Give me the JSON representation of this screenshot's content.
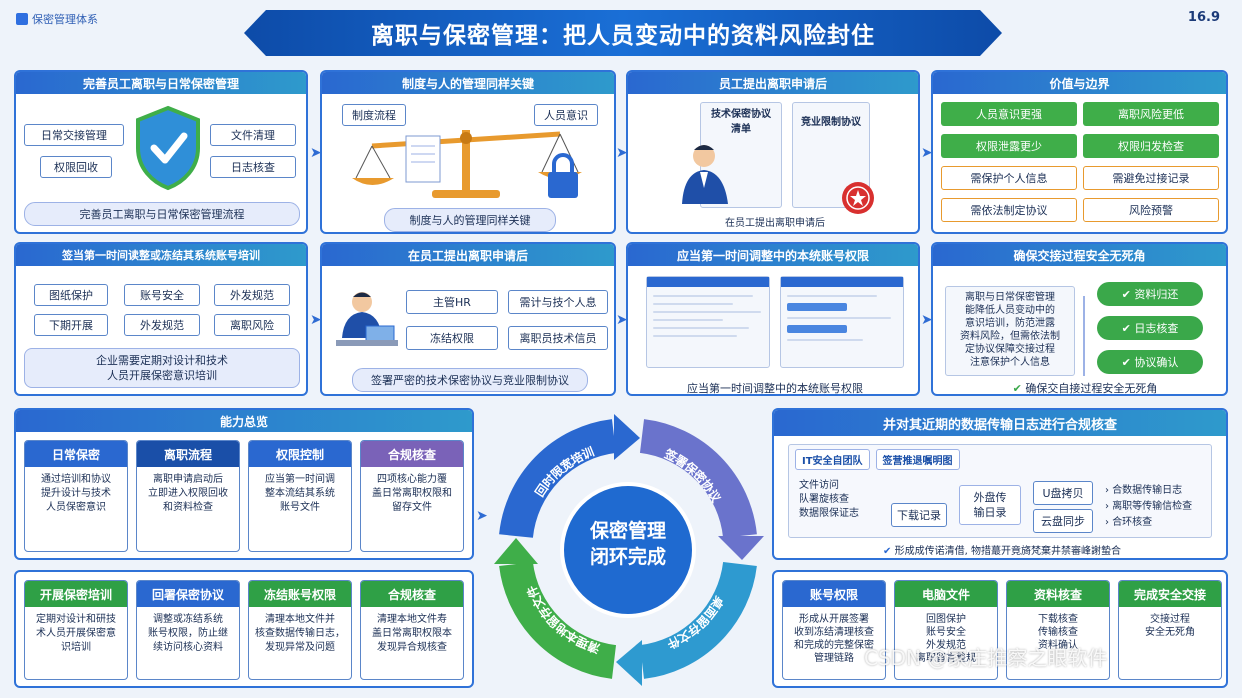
{
  "brand": "保密管理体系",
  "page_number": "16.9",
  "title": "离职与保密管理：把人员变动中的资料风险封住",
  "colors": {
    "primary": "#2a68d0",
    "green": "#3fae49",
    "orange": "#e89a2e",
    "purple": "#7a62b8"
  },
  "p1": {
    "title": "完善员工离职与日常保密管理",
    "tags_left": [
      "日常交接管理",
      "权限回收"
    ],
    "tags_right": [
      "文件清理",
      "日志核查"
    ],
    "footer": "完善员工离职与日常保密管理流程"
  },
  "p2": {
    "title": "制度与人的管理同样关键",
    "tag_left": "制度流程",
    "tag_right": "人员意识",
    "footer": "制度与人的管理同样关键"
  },
  "p3": {
    "title": "员工提出离职申请后",
    "doc1": "技术保密协议\n清单",
    "doc2": "竞业限制协议",
    "caption": "在员工提出离职申请后"
  },
  "p4": {
    "title": "价值与边界",
    "green": [
      "人员意识更强",
      "离职风险更低",
      "权限泄露更少",
      "权限归发检查"
    ],
    "orange": [
      "需保护个人信息",
      "需避免过接记录",
      "需依法制定协议",
      "风险预警"
    ]
  },
  "p5": {
    "title": "签当第一时间读整或冻结其系统账号培训",
    "tags": [
      "图纸保护",
      "账号安全",
      "外发规范",
      "下期开展",
      "外发规范",
      "离职风险"
    ],
    "footer": "企业需要定期对设计和技术\n人员开展保密意识培训"
  },
  "p6": {
    "title": "在员工提出离职申请后",
    "tags": [
      "主管HR",
      "需计与技个人息",
      "冻结权限",
      "离职员技术信员"
    ],
    "footer": "签署严密的技术保密协议与竞业限制协议"
  },
  "p7": {
    "title": "应当第一时间调整中的本统账号权限",
    "footer": "应当第一时间调整中的本统账号权限"
  },
  "p8": {
    "title": "确保交接过程安全无死角",
    "text": "离职与日常保密管理\n能降低人员变动中的\n意识培训，防范泄露\n资料风险，但需依法制\n定协议保障交接过程\n注意保护个人信息",
    "checks": [
      "资料归还",
      "日志核查",
      "协议确认"
    ],
    "footer": "确保交自接过程安全无死角"
  },
  "p9": {
    "title": "能力总览",
    "cards": [
      {
        "head": "日常保密",
        "body": "通过培训和协议\n提升设计与技术\n人员保密意识"
      },
      {
        "head": "离职流程",
        "body": "离职申请启动后\n立即进入权限回收\n和资料检查"
      },
      {
        "head": "权限控制",
        "body": "应当第一时间调\n整本流结其系统\n账号文件"
      },
      {
        "head": "合规核查",
        "body": "四项核心能力覆\n盖日常离职权限和\n留存文件"
      }
    ]
  },
  "p10": {
    "cards": [
      {
        "head": "开展保密培训",
        "body": "定期对设计和研技\n术人员开展保密意\n识培训"
      },
      {
        "head": "回署保密协议",
        "body": "调整或冻结系统\n账号权限，防止继\n续访问核心资料"
      },
      {
        "head": "冻结账号权限",
        "body": "清理本地文件并\n核查数据传输日志，\n发现异常及问题"
      },
      {
        "head": "合规核查",
        "body": "清理本地文件寿\n盖日常离职权限本\n发现异合规核查"
      }
    ]
  },
  "center": {
    "title": "保密管理\n闭环完成",
    "arcs": [
      "回时限宽培训",
      "签署保密协议",
      "桌面留存文件",
      "清理本地留存文件"
    ]
  },
  "p11": {
    "title": "并对其近期的数据传输日志进行合规核查",
    "tab1": "IT安全自团队",
    "tab2": "签营推退嘱明图",
    "col1": "文件访问\n队署旋核查\n数据限保证志",
    "btn1": "下载记录",
    "col2": "外盘传\n输日录",
    "btn2": "U盘拷贝",
    "btn3": "云盘同步",
    "items": [
      "合数据传输日志",
      "离职等传输信检查",
      "合环核查"
    ],
    "footer": "形成成传诺清借, 物措蕞开竟旖梵棄井禁審峰謝蟄合"
  },
  "p12": {
    "cards": [
      {
        "head": "账号权限",
        "body": "形成从开展签署\n收到冻结清理核查\n和完成的完整保密\n管理链路"
      },
      {
        "head": "电脑文件",
        "body": "回图保护\n账号安全\n外发规范\n离职留言整规"
      },
      {
        "head": "资料核查",
        "body": "下载核查\n传输核查\n资料确认"
      },
      {
        "head": "完成安全交接",
        "body": "交接过程\n安全无死角"
      }
    ]
  },
  "watermark": "CSDN @家庄推察之眼软件"
}
